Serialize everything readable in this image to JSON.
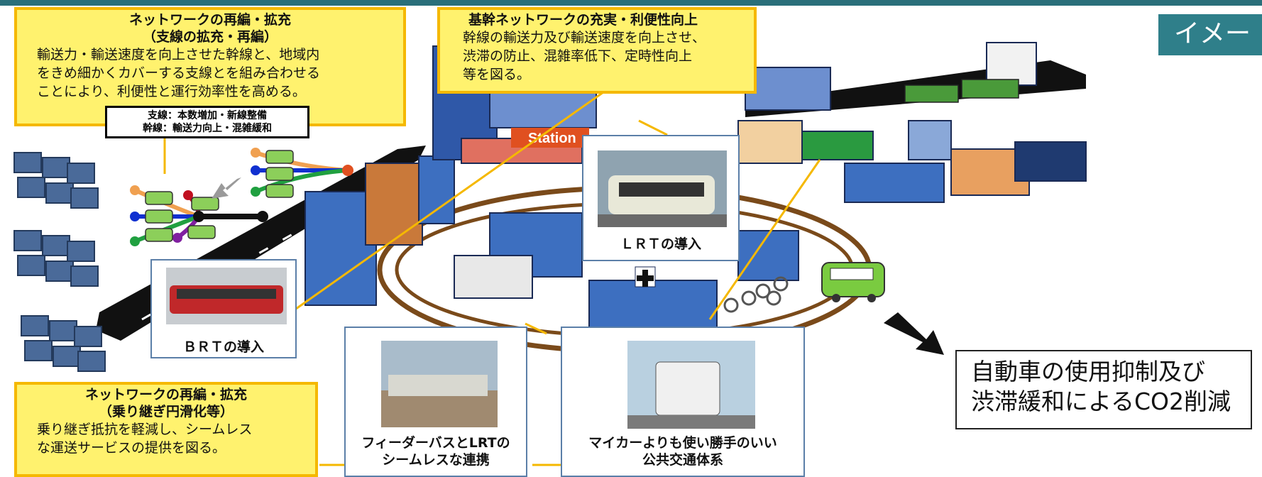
{
  "tag_label": "イメー",
  "callouts": {
    "network_branch": {
      "title1": "ネットワークの再編・拡充",
      "title2": "（支線の拡充・再編）",
      "body": [
        "輸送力・輸送速度を向上させた幹線と、地域内",
        "をきめ細かくカバーする支線とを組み合わせる",
        "ことにより、利便性と運行効率性を高める。"
      ]
    },
    "trunk": {
      "title": "基幹ネットワークの充実・利便性向上",
      "body": [
        "幹線の輸送力及び輸送速度を向上させ、",
        "渋滞の防止、混雑率低下、定時性向上",
        "等を図る。"
      ]
    },
    "transfer": {
      "title1": "ネットワークの再編・拡充",
      "title2": "（乗り継ぎ円滑化等）",
      "body": [
        "乗り継ぎ抵抗を軽減し、シームレス",
        "な運送サービスの提供を図る。"
      ]
    }
  },
  "legend": [
    "支線：本数増加・新線整備",
    "幹線：輸送力向上・混雑緩和"
  ],
  "cards": {
    "lrt": "ＬＲＴの導入",
    "brt": "ＢＲＴの導入",
    "feeder": [
      "フィーダーバスとLRTの",
      "シームレスな連携"
    ],
    "public": [
      "マイカーよりも使い勝手のいい",
      "公共交通体系"
    ]
  },
  "station_sign": "Station",
  "result": [
    "自動車の使用抑制及び",
    "渋滞緩和によるCO2削減"
  ],
  "colors": {
    "callout_fill": "#fff26e",
    "callout_border": "#f5b800",
    "header": "#2a6f7a",
    "card_border": "#5b7fa8"
  }
}
